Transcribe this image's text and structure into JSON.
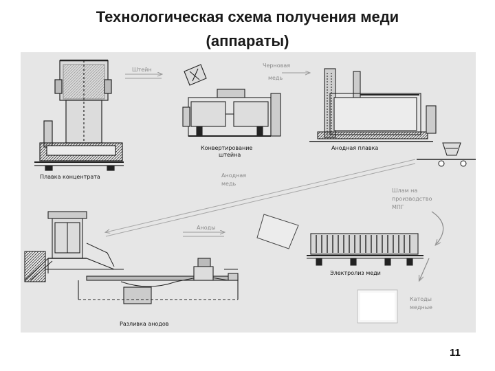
{
  "slide": {
    "title_line1": "Технологическая схема получения меди",
    "title_line2": "(аппараты)",
    "page_number": "11"
  },
  "diagram": {
    "labels": {
      "shteyn": "Штейн",
      "chernovaya_1": "Черновая",
      "chernovaya_2": "медь",
      "plavka": "Плавка концентрата",
      "konvert_1": "Конвертирование",
      "konvert_2": "штейна",
      "anodnaya_plavka": "Анодная плавка",
      "anodnaya_med_1": "Анодная",
      "anodnaya_med_2": "медь",
      "shlam_1": "Шлам на",
      "shlam_2": "производство",
      "shlam_3": "МПГ",
      "anody": "Аноды",
      "elektroliz": "Электролиз меди",
      "katody_1": "Катоды",
      "katody_2": "медные",
      "razlivka": "Разливка анодов"
    }
  }
}
